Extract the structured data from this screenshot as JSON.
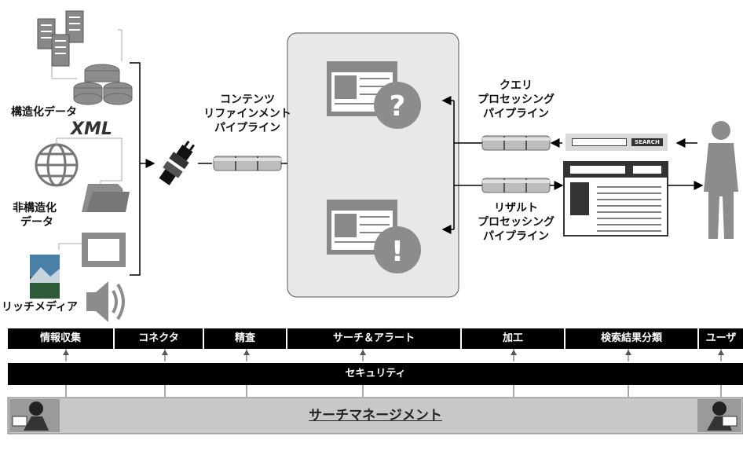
{
  "labels": {
    "structured": "構造化データ",
    "unstructured_line1": "非構造化",
    "unstructured_line2": "データ",
    "rich_media": "リッチメディア",
    "xml": "XML",
    "content_refinement": [
      "コンテンツ",
      "リファインメント",
      "パイプライン"
    ],
    "query_processing": [
      "クエリ",
      "プロセッシング",
      "パイプライン"
    ],
    "result_processing": [
      "リザルト",
      "プロセッシング",
      "パイプライン"
    ],
    "search_button": "SEARCH"
  },
  "categories": [
    "情報収集",
    "コネクタ",
    "精査",
    "サーチ＆アラート",
    "加工",
    "検索結果分類",
    "ユーザ"
  ],
  "security": "セキュリティ",
  "search_management": "サーチマネージメント",
  "colors": {
    "bar": "#000000",
    "panel": "#e8e8e8",
    "pipe": "#bdbdbd",
    "icon": "#8c8c8c"
  }
}
